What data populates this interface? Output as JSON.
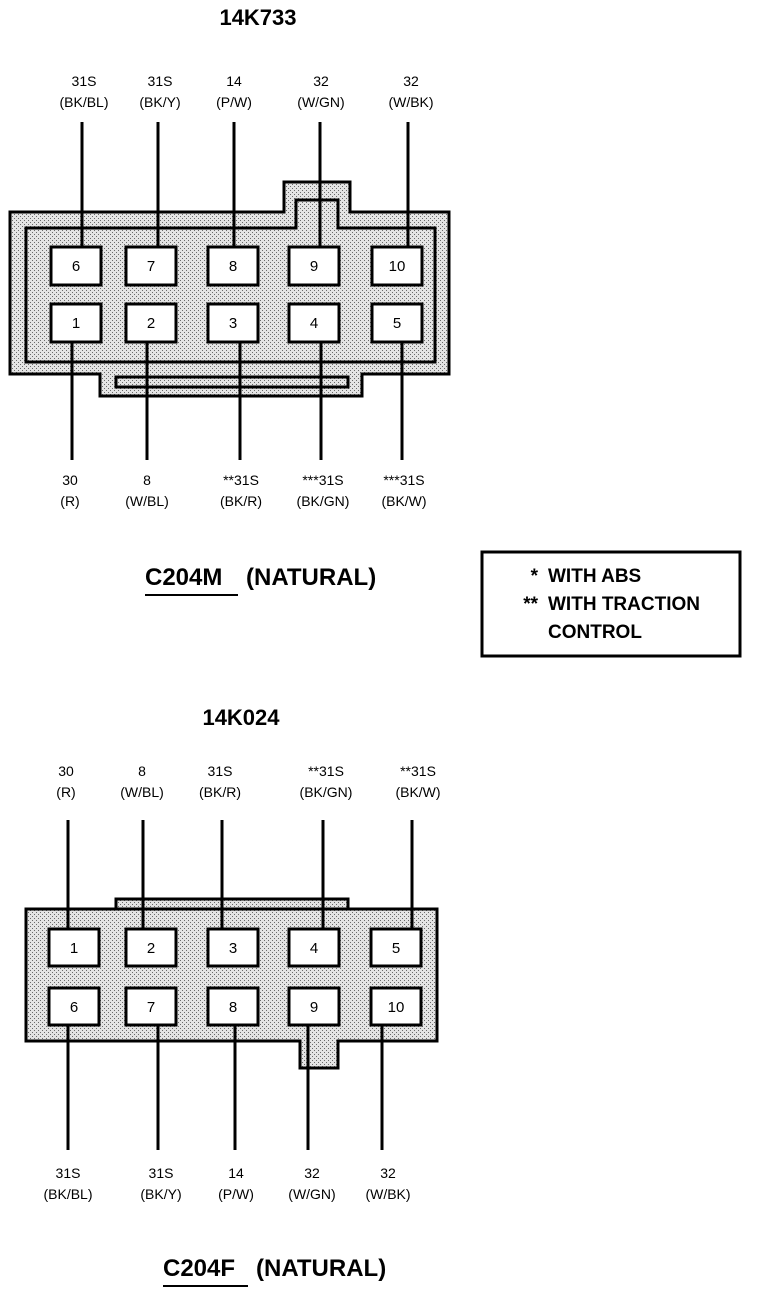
{
  "top": {
    "part_number": "14K733",
    "connector_id": "C204M",
    "connector_color": "(NATURAL)",
    "pins_row1": [
      "6",
      "7",
      "8",
      "9",
      "10"
    ],
    "pins_row2": [
      "1",
      "2",
      "3",
      "4",
      "5"
    ],
    "wires_above": [
      {
        "circuit": "31S",
        "color": "(BK/BL)"
      },
      {
        "circuit": "31S",
        "color": "(BK/Y)"
      },
      {
        "circuit": "14",
        "color": "(P/W)"
      },
      {
        "circuit": "32",
        "color": "(W/GN)"
      },
      {
        "circuit": "32",
        "color": "(W/BK)"
      }
    ],
    "wires_below": [
      {
        "circuit": "30",
        "color": "(R)"
      },
      {
        "circuit": "8",
        "color": "(W/BL)"
      },
      {
        "circuit": "**31S",
        "color": "(BK/R)"
      },
      {
        "circuit": "***31S",
        "color": "(BK/GN)"
      },
      {
        "circuit": "***31S",
        "color": "(BK/W)"
      }
    ]
  },
  "legend": {
    "line1_mark": "*",
    "line1_text": "WITH ABS",
    "line2_mark": "**",
    "line2_text": "WITH TRACTION",
    "line3_text": "CONTROL"
  },
  "bottom": {
    "part_number": "14K024",
    "connector_id": "C204F",
    "connector_color": "(NATURAL)",
    "pins_row1": [
      "1",
      "2",
      "3",
      "4",
      "5"
    ],
    "pins_row2": [
      "6",
      "7",
      "8",
      "9",
      "10"
    ],
    "wires_above": [
      {
        "circuit": "30",
        "color": "(R)"
      },
      {
        "circuit": "8",
        "color": "(W/BL)"
      },
      {
        "circuit": "31S",
        "color": "(BK/R)"
      },
      {
        "circuit": "**31S",
        "color": "(BK/GN)"
      },
      {
        "circuit": "**31S",
        "color": "(BK/W)"
      }
    ],
    "wires_below": [
      {
        "circuit": "31S",
        "color": "(BK/BL)"
      },
      {
        "circuit": "31S",
        "color": "(BK/Y)"
      },
      {
        "circuit": "14",
        "color": "(P/W)"
      },
      {
        "circuit": "32",
        "color": "(W/GN)"
      },
      {
        "circuit": "32",
        "color": "(W/BK)"
      }
    ]
  }
}
